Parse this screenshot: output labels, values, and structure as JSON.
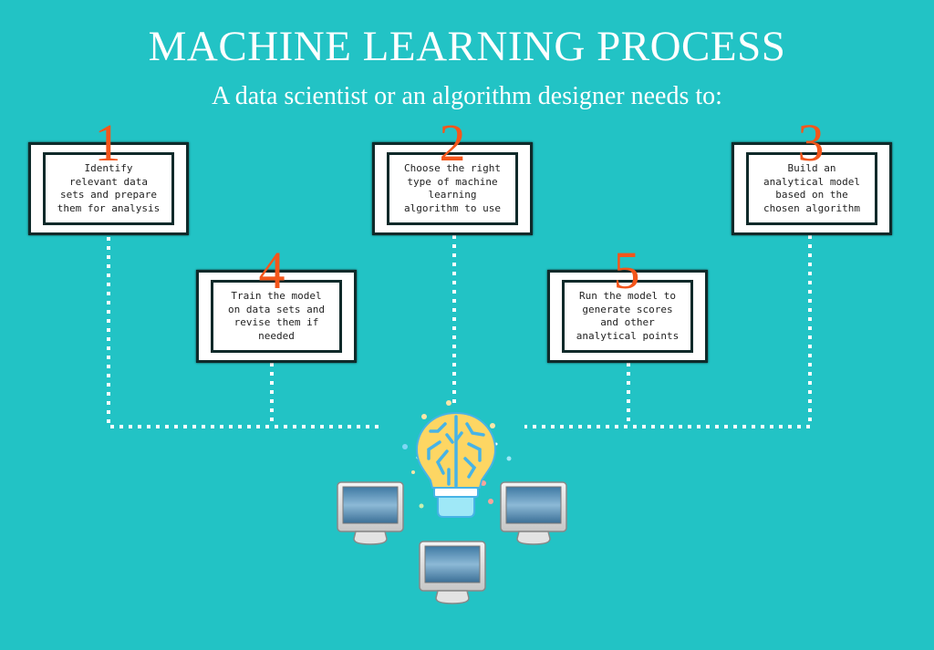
{
  "header": {
    "title": "MACHINE LEARNING PROCESS",
    "subtitle": "A data scientist or an algorithm designer needs to:"
  },
  "steps": [
    {
      "number": "1",
      "text": "Identify\nrelevant data\nsets and prepare\nthem for analysis"
    },
    {
      "number": "2",
      "text": "Choose the right\ntype of machine\nlearning\nalgorithm to use"
    },
    {
      "number": "3",
      "text": "Build an\nanalytical model\nbased on the\nchosen algorithm"
    },
    {
      "number": "4",
      "text": "Train the model\non data sets and\nrevise them if\nneeded"
    },
    {
      "number": "5",
      "text": "Run the model to\ngenerate scores\nand other\nanalytical points"
    }
  ],
  "icons": {
    "center": "brain-lightbulb-icon",
    "computers": [
      "computer-monitor-icon",
      "computer-monitor-icon",
      "computer-monitor-icon"
    ]
  },
  "colors": {
    "background": "#22c3c5",
    "number": "#f4561b",
    "connector": "#ffffff"
  }
}
